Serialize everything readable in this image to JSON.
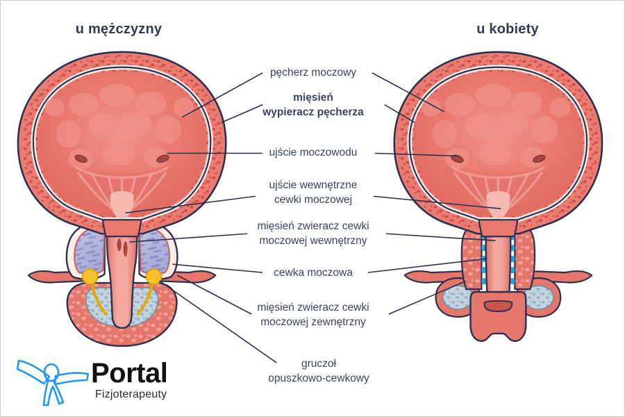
{
  "headings": {
    "male": "u mężczyzny",
    "female": "u kobiety"
  },
  "labels": [
    {
      "id": "bladder",
      "text": "pęcherz moczowy",
      "bold": false
    },
    {
      "id": "detrusor",
      "text": "mięsień\nwypieracz pęcherza",
      "bold": true
    },
    {
      "id": "ureter-orifice",
      "text": "ujście moczowodu",
      "bold": false
    },
    {
      "id": "internal-urethral-orifice",
      "text": "ujście wewnętrzne\ncewki moczowej",
      "bold": false
    },
    {
      "id": "internal-sphincter",
      "text": "mięsień zwieracz cewki\nmoczowej wewnętrzny",
      "bold": false
    },
    {
      "id": "urethra",
      "text": "cewka moczowa",
      "bold": false
    },
    {
      "id": "external-sphincter",
      "text": "mięsień zwieracz cewki\nmoczowej zewnętrzny",
      "bold": false
    },
    {
      "id": "bulbourethral-gland",
      "text": "gruczoł\nopuszkowo-cewkowy",
      "bold": false
    }
  ],
  "logo": {
    "word": "Portal",
    "subtitle": "Fizjoterapeuty",
    "figure_color": "#2196f3"
  },
  "colors": {
    "outline": "#2b3050",
    "label_text": "#3b4263",
    "heading_text": "#333a56",
    "wall_outer": "#e8796f",
    "wall_speckle": "#c9453f",
    "wall_cream": "#fbeee6",
    "lumen": "#e9796f",
    "lumen_light": "#ef8f87",
    "mucosa_pale": "#f3aaa2",
    "prostate": "#b3b4dd",
    "prostate_dash": "#8183c2",
    "gland_yellow": "#f8c02c",
    "gland_duct": "#e8a800",
    "spongy_blue": "#b7cbd8",
    "spongy_dot": "#7d9fb3",
    "blue_dot": "#2f9fd8",
    "background": "#ffffff"
  }
}
